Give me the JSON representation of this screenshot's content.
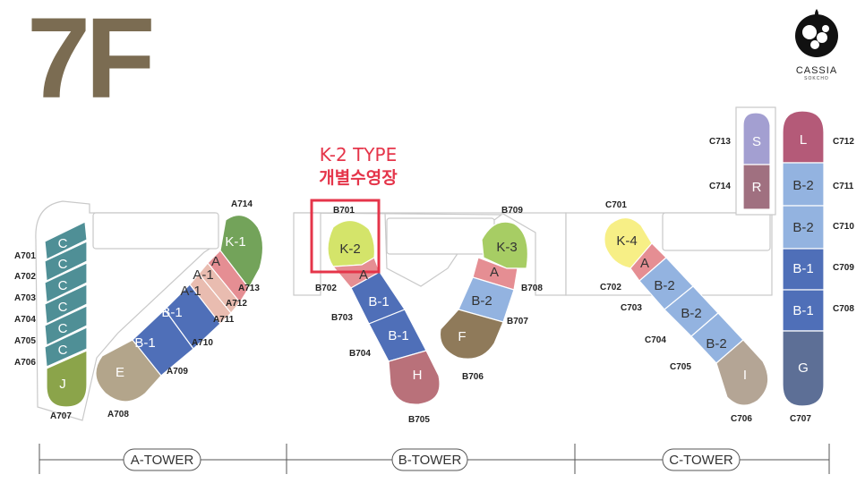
{
  "floor": "7F",
  "logo": {
    "name": "CASSIA",
    "sub": "SOKCHO"
  },
  "callout": {
    "line1": "K-2 TYPE",
    "line2": "개별수영장"
  },
  "towers": [
    "A-TOWER",
    "B-TOWER",
    "C-TOWER"
  ],
  "units": {
    "a_c1": "C",
    "a_c2": "C",
    "a_c3": "C",
    "a_c4": "C",
    "a_c5": "C",
    "a_c6": "C",
    "a_j": "J",
    "a_e": "E",
    "a_b1a": "B-1",
    "a_b1b": "B-1",
    "a_a1a": "A-1",
    "a_a1b": "A-1",
    "a_a": "A",
    "a_k1": "K-1",
    "b_k2": "K-2",
    "b_a": "A",
    "b_b1a": "B-1",
    "b_b1b": "B-1",
    "b_h": "H",
    "b_k3": "K-3",
    "b_a2": "A",
    "b_b2": "B-2",
    "b_f": "F",
    "c_k4": "K-4",
    "c_a": "A",
    "c_b2a": "B-2",
    "c_b2b": "B-2",
    "c_b2c": "B-2",
    "c_i": "I",
    "c_s": "S",
    "c_r": "R",
    "c_l": "L",
    "c_b2d": "B-2",
    "c_b2e": "B-2",
    "c_b1a": "B-1",
    "c_b1b": "B-1",
    "c_g": "G"
  },
  "codes": {
    "A701": "A701",
    "A702": "A702",
    "A703": "A703",
    "A704": "A704",
    "A705": "A705",
    "A706": "A706",
    "A707": "A707",
    "A708": "A708",
    "A709": "A709",
    "A710": "A710",
    "A711": "A711",
    "A712": "A712",
    "A713": "A713",
    "A714": "A714",
    "B701": "B701",
    "B702": "B702",
    "B703": "B703",
    "B704": "B704",
    "B705": "B705",
    "B706": "B706",
    "B707": "B707",
    "B708": "B708",
    "B709": "B709",
    "C701": "C701",
    "C702": "C702",
    "C703": "C703",
    "C704": "C704",
    "C705": "C705",
    "C706": "C706",
    "C707": "C707",
    "C708": "C708",
    "C709": "C709",
    "C710": "C710",
    "C711": "C711",
    "C712": "C712",
    "C713": "C713",
    "C714": "C714"
  },
  "colors": {
    "C": "#4f8f96",
    "J": "#8ba44a",
    "E": "#b3a58b",
    "B1": "#4f6fb8",
    "A1": "#e9bcb0",
    "A": "#e58e93",
    "K1": "#73a35a",
    "K2": "#d4e46a",
    "H": "#b9717a",
    "K3": "#a7cd64",
    "B2": "#93b3e0",
    "F": "#8f7a5a",
    "K4": "#f7ef86",
    "I": "#b4a595",
    "S": "#a39fd1",
    "R": "#a07080",
    "L": "#b45a78",
    "G": "#5d6f96",
    "highlight": "#e5354a",
    "title": "#7b6c52"
  }
}
